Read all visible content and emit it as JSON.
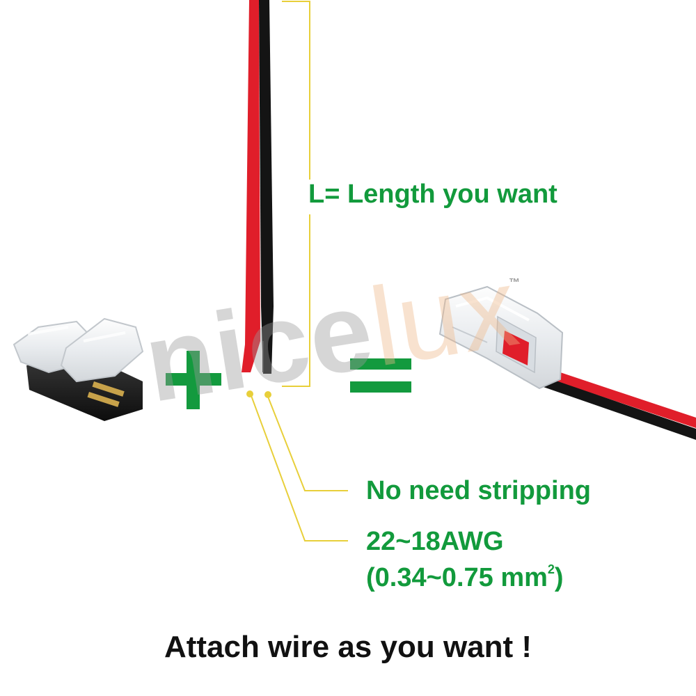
{
  "annotations": {
    "length": "L= Length you want",
    "no_stripping": "No need stripping",
    "gauge": "22~18AWG",
    "cross_section": "(0.34~0.75 mm",
    "cross_section_sup": "2",
    "cross_section_close": ")"
  },
  "caption": "Attach wire as you want !",
  "brand": {
    "part1": "nice",
    "part2": "lux",
    "trademark": "™"
  },
  "colors": {
    "label_green": "#129a3c",
    "symbol_green": "#139a3e",
    "leader_yellow": "#e8cf3a",
    "wire_red": "#e01e2a",
    "wire_black": "#141414",
    "caption": "#111111"
  }
}
